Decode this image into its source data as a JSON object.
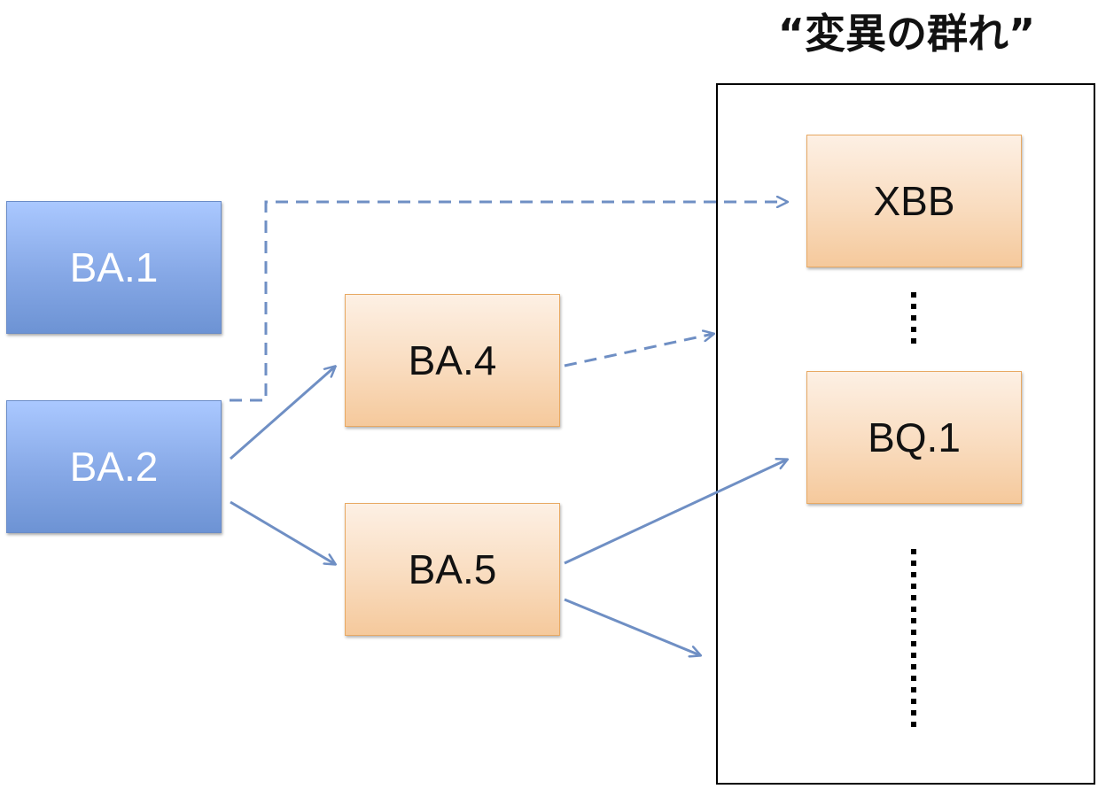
{
  "group": {
    "title": "“変異の群れ”"
  },
  "nodes": {
    "ba1": "BA.1",
    "ba2": "BA.2",
    "ba4": "BA.4",
    "ba5": "BA.5",
    "xbb": "XBB",
    "bq1": "BQ.1"
  },
  "colors": {
    "parent_fill": "#8fb0ee",
    "parent_border": "#6a8cc8",
    "child_fill": "#f9dcbf",
    "child_border": "#e8a963",
    "edge": "#6f8fc4"
  },
  "edges": [
    {
      "from": "ba2",
      "to": "xbb",
      "style": "dashed"
    },
    {
      "from": "ba2",
      "to": "ba4",
      "style": "solid"
    },
    {
      "from": "ba2",
      "to": "ba5",
      "style": "solid"
    },
    {
      "from": "ba4",
      "to": "group",
      "style": "dashed"
    },
    {
      "from": "ba5",
      "to": "bq1",
      "style": "solid"
    },
    {
      "from": "ba5",
      "to": "group",
      "style": "solid"
    }
  ]
}
